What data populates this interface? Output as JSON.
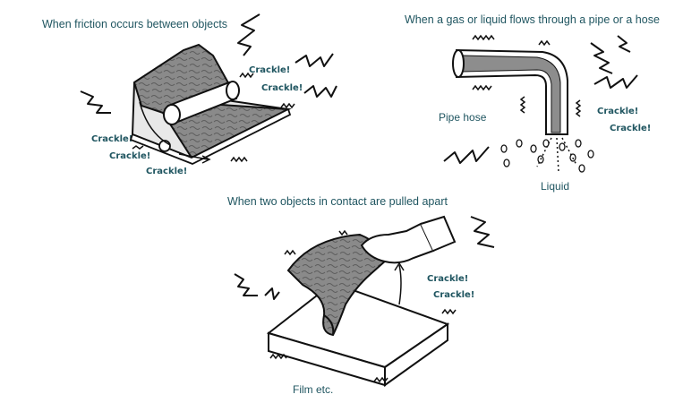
{
  "captions": {
    "friction": "When friction occurs between objects",
    "flow": "When a gas or liquid flows through a pipe or a hose",
    "pulled": "When two objects in contact are pulled apart"
  },
  "sound": "Crackle!",
  "labels": {
    "pipe_hose": "Pipe hose",
    "liquid": "Liquid",
    "film": "Film etc."
  }
}
